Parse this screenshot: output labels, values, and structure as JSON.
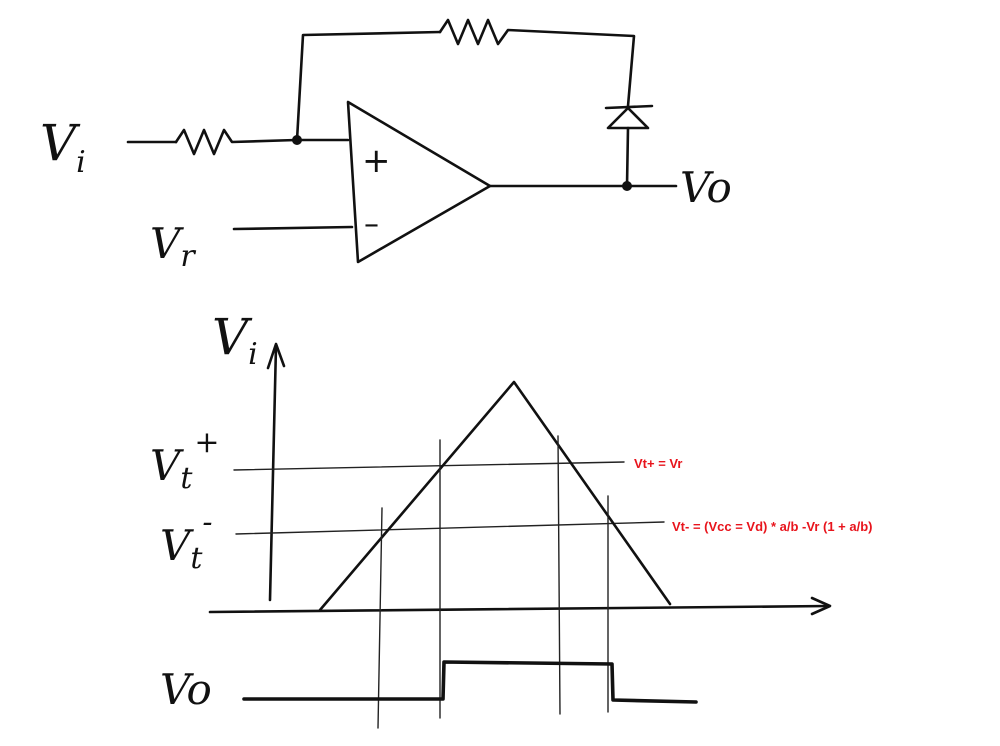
{
  "circuit": {
    "input_label": "V",
    "input_sub": "i",
    "reference_label": "V",
    "reference_sub": "r",
    "output_label": "Vo",
    "opamp_plus": "+",
    "opamp_minus": "–"
  },
  "waveform": {
    "vertical_axis_label": "V",
    "vertical_axis_sub": "i",
    "upper_threshold_label": "V",
    "upper_threshold_sub": "t",
    "upper_threshold_sup": "+",
    "lower_threshold_label": "V",
    "lower_threshold_sub": "t",
    "lower_threshold_sup": "-",
    "output_label": "Vo"
  },
  "annotations": {
    "color": "#e8141c",
    "upper_threshold_formula": "Vt+ = Vr",
    "lower_threshold_formula": "Vt- = (Vcc = Vd) * a/b -Vr (1 + a/b)"
  }
}
